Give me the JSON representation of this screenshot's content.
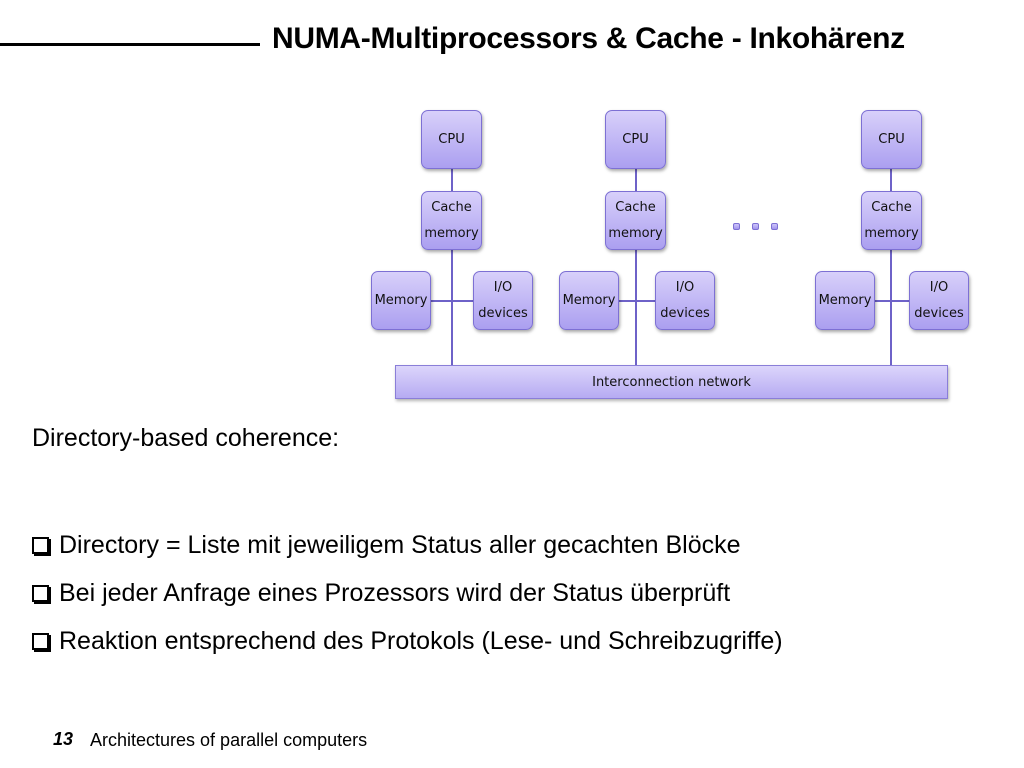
{
  "slide": {
    "title": "NUMA-Multiprocessors & Cache - Inkohärenz",
    "intro": "Directory-based coherence:",
    "bullets": [
      "Directory = Liste mit jeweiligem Status aller gecachten Blöcke",
      "Bei jeder Anfrage eines Prozessors wird der Status überprüft",
      "Reaktion entsprechend des Protokols (Lese- und Schreibzugriffe)"
    ],
    "footer": {
      "page_number": "13",
      "text": "Architectures of parallel computers"
    }
  },
  "diagram": {
    "nodes": [
      {
        "cpu": "CPU",
        "cache_line1": "Cache",
        "cache_line2": "memory",
        "memory": "Memory",
        "io_line1": "I/O",
        "io_line2": "devices"
      },
      {
        "cpu": "CPU",
        "cache_line1": "Cache",
        "cache_line2": "memory",
        "memory": "Memory",
        "io_line1": "I/O",
        "io_line2": "devices"
      },
      {
        "cpu": "CPU",
        "cache_line1": "Cache",
        "cache_line2": "memory",
        "memory": "Memory",
        "io_line1": "I/O",
        "io_line2": "devices"
      }
    ],
    "ellipsis_dots": 3,
    "network": "Interconnection network"
  },
  "colors": {
    "box_fill": "#b8adf3",
    "box_border": "#7d70d4",
    "wire": "#6e62c8"
  }
}
